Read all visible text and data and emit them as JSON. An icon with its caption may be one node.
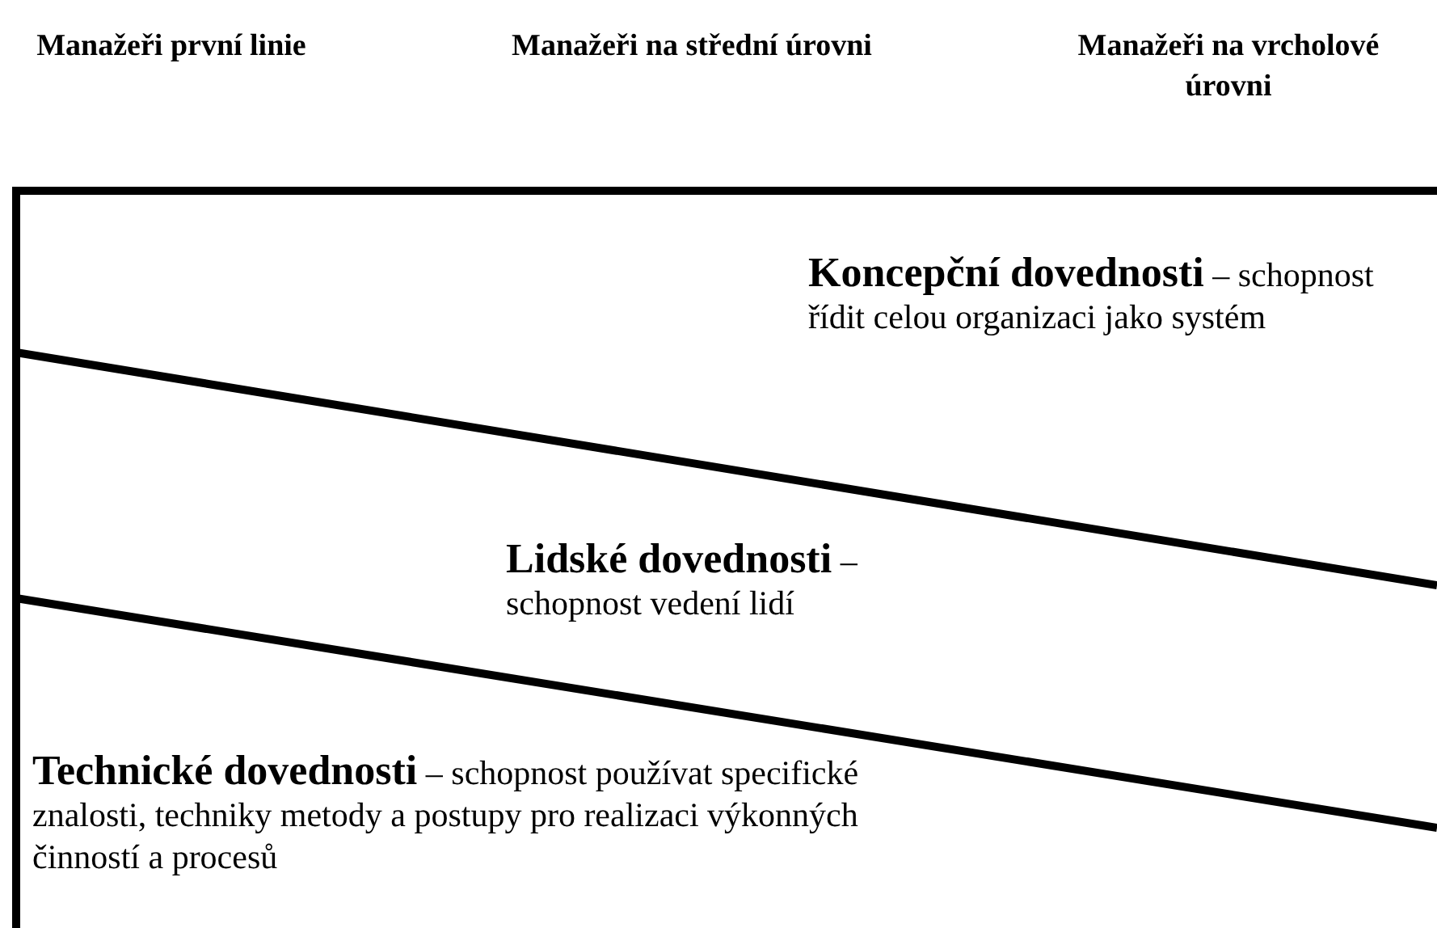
{
  "diagram": {
    "nodes": [
      {
        "text": [
          "**Koncepční dovednosti** – schopnost řídit celou organizaci jako systém"
        ]
      },
      {
        "text": [
          "**Lidské dovednosti** – schopnost vedení lidí"
        ]
      },
      {
        "text": [
          "**Technické dovednosti** – schopnost používat specifické znalosti, techniky metody a postupy pro realizaci výkonných činností a procesů"
        ]
      }
    ],
    "labels": [
      "Manažeři první linie",
      "Manažeři na střední úrovni",
      "Manažeři na vrcholové úrovni"
    ]
  }
}
